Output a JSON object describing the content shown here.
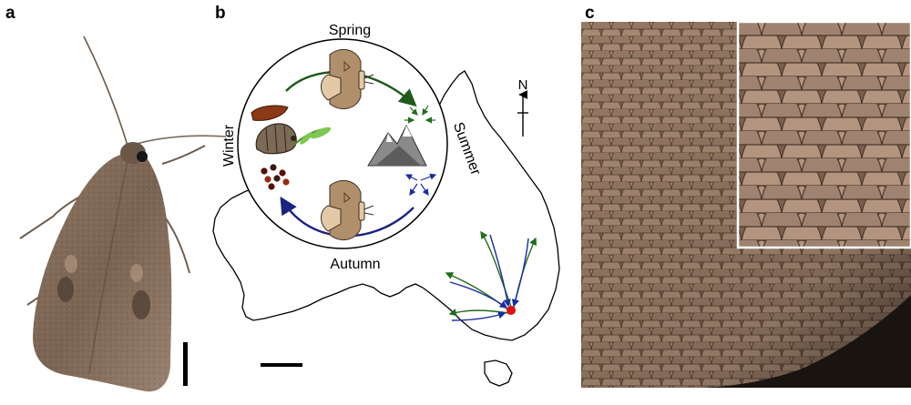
{
  "figure": {
    "panels": [
      {
        "id": "a",
        "letter": "a"
      },
      {
        "id": "b",
        "letter": "b"
      },
      {
        "id": "c",
        "letter": "c"
      }
    ]
  },
  "cycle": {
    "seasons": {
      "top": "Spring",
      "right": "Summer",
      "bottom": "Autumn",
      "left": "Winter"
    },
    "colors": {
      "spring_arrow": "#1f5a1a",
      "autumn_arrow": "#1a237e",
      "circle": "#000000",
      "moth_wing": "#b08f6a",
      "moth_hindwing": "#e3c9a6",
      "mountain": "#8a8a8a"
    },
    "icons": [
      "moth-icon",
      "pupa-icon",
      "larva-icon",
      "leaf-icon",
      "eggs-icon",
      "mountain-icon",
      "converge-arrows-icon",
      "disperse-arrows-icon"
    ]
  },
  "map": {
    "compass_label": "N",
    "colors": {
      "outline": "#000000",
      "spring_migration": "#1f6e1a",
      "autumn_migration": "#1a2da0",
      "location_dot": "#e01010"
    }
  },
  "photo": {
    "colors": {
      "scales_base": "#8b6f5a",
      "inset_border": "#ffffff",
      "background": "#1a1410"
    }
  }
}
